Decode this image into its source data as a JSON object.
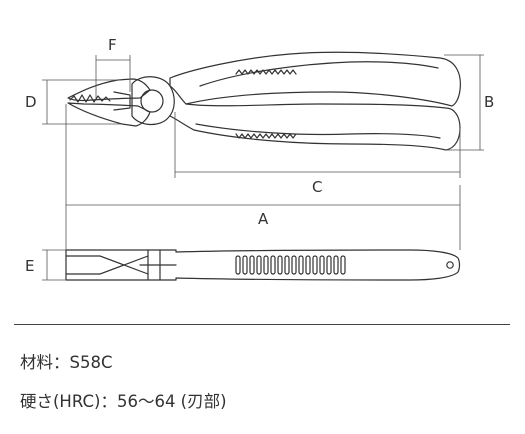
{
  "dimension_labels": {
    "f": "F",
    "d": "D",
    "b": "B",
    "c": "C",
    "a": "A",
    "e": "E"
  },
  "specs": {
    "material": "材料：S58C",
    "hardness": "硬さ(HRC)：56〜64 (刃部)"
  }
}
